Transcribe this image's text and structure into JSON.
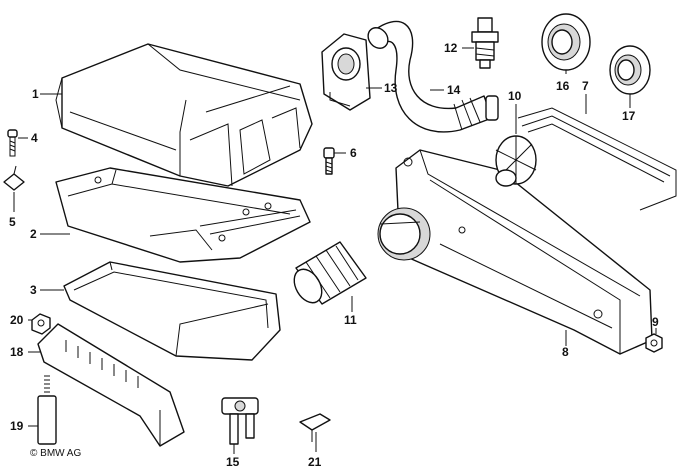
{
  "diagram": {
    "copyright": "© BMW AG",
    "callouts": [
      {
        "id": "1",
        "label": "1"
      },
      {
        "id": "2",
        "label": "2"
      },
      {
        "id": "3",
        "label": "3"
      },
      {
        "id": "4",
        "label": "4"
      },
      {
        "id": "5",
        "label": "5"
      },
      {
        "id": "6",
        "label": "6"
      },
      {
        "id": "7",
        "label": "7"
      },
      {
        "id": "8",
        "label": "8"
      },
      {
        "id": "9",
        "label": "9"
      },
      {
        "id": "10",
        "label": "10"
      },
      {
        "id": "11",
        "label": "11"
      },
      {
        "id": "12",
        "label": "12"
      },
      {
        "id": "13",
        "label": "13"
      },
      {
        "id": "14",
        "label": "14"
      },
      {
        "id": "15",
        "label": "15"
      },
      {
        "id": "16",
        "label": "16"
      },
      {
        "id": "17",
        "label": "17"
      },
      {
        "id": "18",
        "label": "18"
      },
      {
        "id": "19",
        "label": "19"
      },
      {
        "id": "20",
        "label": "20"
      },
      {
        "id": "21",
        "label": "21"
      }
    ]
  }
}
